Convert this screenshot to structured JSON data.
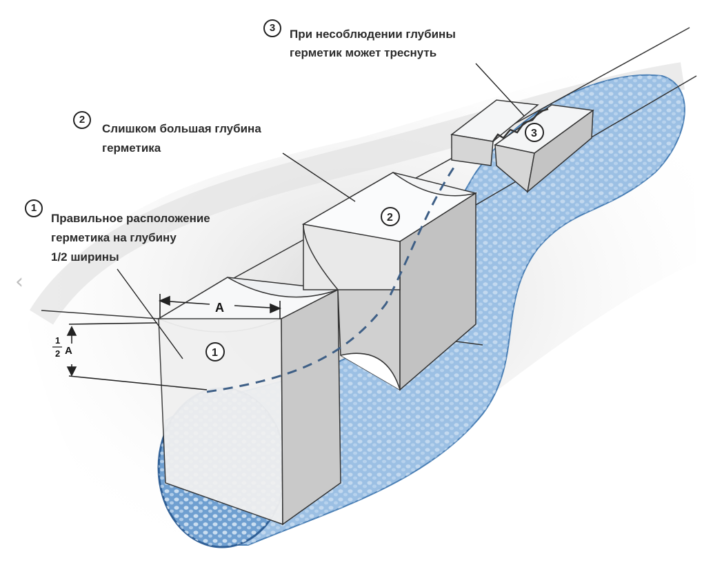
{
  "callouts": [
    {
      "num": "1",
      "lines": [
        "Правильное расположение",
        "герметика на глубину",
        "1/2 ширины"
      ]
    },
    {
      "num": "2",
      "lines": [
        "Слишком большая глубина",
        "герметика"
      ]
    },
    {
      "num": "3",
      "lines": [
        "При несоблюдении глубины",
        "герметик может треснуть"
      ]
    }
  ],
  "diagram": {
    "width_label": "A",
    "depth_half_num": "1",
    "depth_half_den": "2",
    "depth_half_var": "A",
    "markers": [
      "1",
      "2",
      "3"
    ]
  },
  "colors": {
    "backer_rod": "#8fb6dc",
    "backer_rod_edge": "#3a6fa8",
    "sealant": "#f4f6f8",
    "concrete_face": "#dcdcdc",
    "concrete_side": "#bdbdbd",
    "ground": "#e6e6e6"
  },
  "icons": {
    "nav_prev": "chevron-left-icon"
  }
}
